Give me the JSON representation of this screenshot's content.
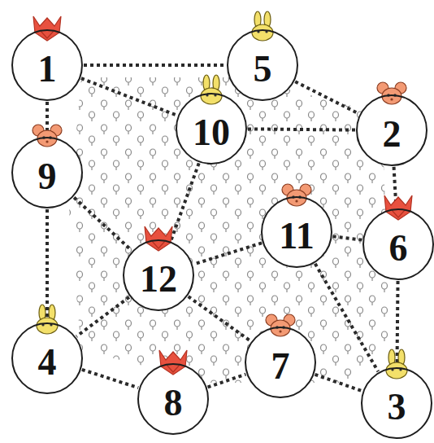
{
  "diagram": {
    "nodes": [
      {
        "text": [
          "1"
        ]
      },
      {
        "text": [
          "5"
        ]
      },
      {
        "text": [
          "10"
        ]
      },
      {
        "text": [
          "2"
        ]
      },
      {
        "text": [
          "9"
        ]
      },
      {
        "text": [
          "11"
        ]
      },
      {
        "text": [
          "6"
        ]
      },
      {
        "text": [
          "12"
        ]
      },
      {
        "text": [
          "4"
        ]
      },
      {
        "text": [
          "7"
        ]
      },
      {
        "text": [
          "3"
        ]
      },
      {
        "text": [
          "8"
        ]
      }
    ],
    "edges": [
      {
        "from": 0,
        "to": 1,
        "arrow": "none"
      },
      {
        "from": 0,
        "to": 2,
        "arrow": "none"
      },
      {
        "from": 0,
        "to": 4,
        "arrow": "none"
      },
      {
        "from": 1,
        "to": 3,
        "arrow": "none"
      },
      {
        "from": 2,
        "to": 3,
        "arrow": "none"
      },
      {
        "from": 2,
        "to": 7,
        "arrow": "none"
      },
      {
        "from": 4,
        "to": 7,
        "arrow": "none"
      },
      {
        "from": 4,
        "to": 8,
        "arrow": "none"
      },
      {
        "from": 3,
        "to": 6,
        "arrow": "none"
      },
      {
        "from": 5,
        "to": 6,
        "arrow": "none"
      },
      {
        "from": 5,
        "to": 7,
        "arrow": "none"
      },
      {
        "from": 5,
        "to": 10,
        "arrow": "none"
      },
      {
        "from": 7,
        "to": 8,
        "arrow": "none"
      },
      {
        "from": 7,
        "to": 9,
        "arrow": "none"
      },
      {
        "from": 8,
        "to": 11,
        "arrow": "none"
      },
      {
        "from": 11,
        "to": 9,
        "arrow": "none"
      },
      {
        "from": 9,
        "to": 10,
        "arrow": "none"
      },
      {
        "from": 6,
        "to": 10,
        "arrow": "none"
      }
    ]
  }
}
